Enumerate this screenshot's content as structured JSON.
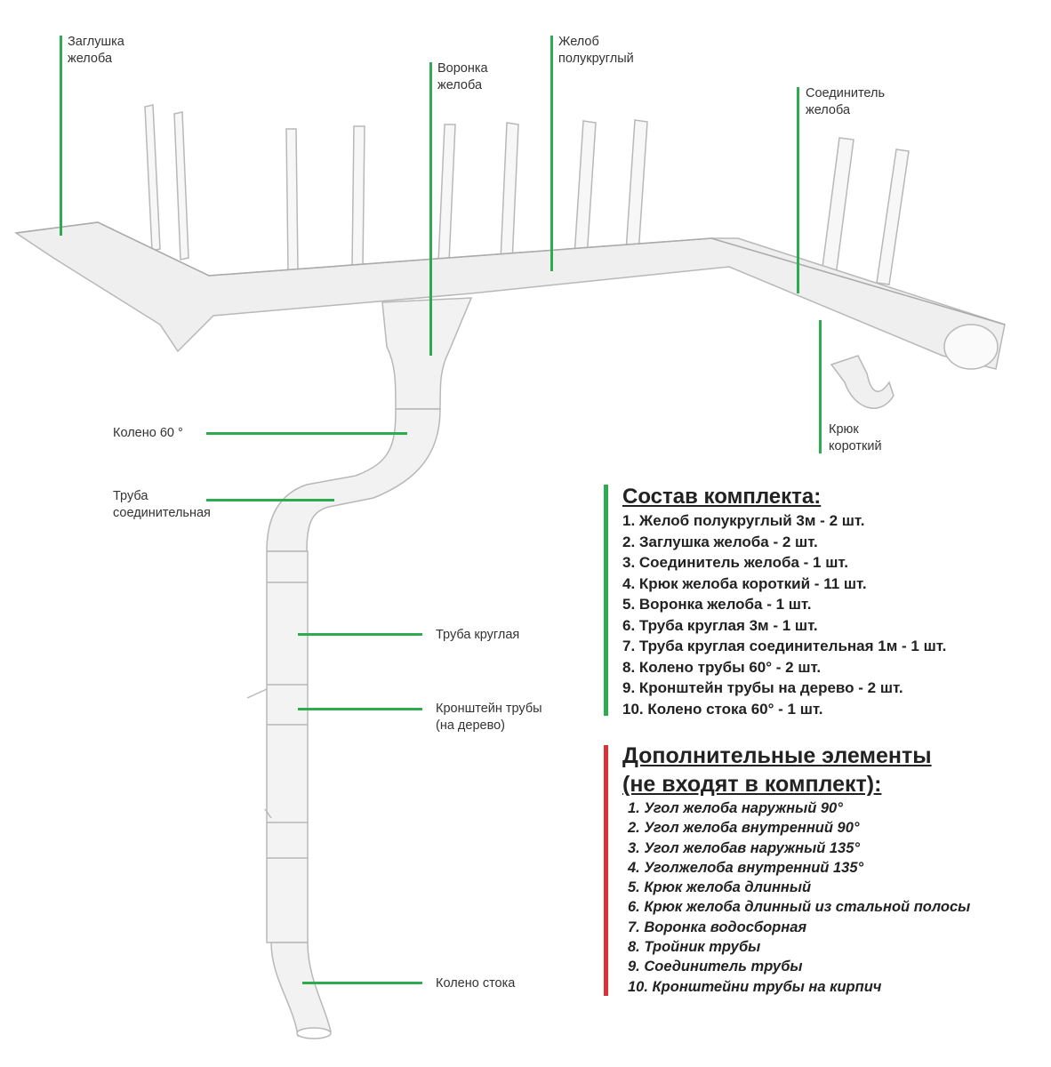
{
  "labels": {
    "end_cap": [
      "Заглушка",
      "желоба"
    ],
    "funnel": [
      "Воронка",
      "желоба"
    ],
    "gutter": [
      "Желоб",
      "полукруглый"
    ],
    "connector": [
      "Соединитель",
      "желоба"
    ],
    "hook": [
      "Крюк",
      "короткий"
    ],
    "elbow": "Колено 60 °",
    "connecting_pipe": [
      "Труба",
      "соединительная"
    ],
    "round_pipe": "Труба круглая",
    "bracket": [
      "Кронштейн трубы",
      "(на дерево)"
    ],
    "outlet_elbow": "Колено стока"
  },
  "kit": {
    "title": "Состав комплекта:",
    "items": [
      "1. Желоб полукруглый 3м - 2 шт.",
      "2. Заглушка желоба - 2 шт.",
      "3. Соединитель желоба - 1 шт.",
      "4. Крюк желоба короткий - 11 шт.",
      "5. Воронка желоба - 1 шт.",
      "6. Труба круглая 3м - 1 шт.",
      "7. Труба круглая соединительная 1м - 1 шт.",
      "8. Колено трубы 60° - 2 шт.",
      "9. Кронштейн трубы на дерево - 2 шт.",
      "10. Колено стока 60° - 1 шт."
    ]
  },
  "extra": {
    "title": [
      "Дополнительные элементы",
      "(не входят в комплект):"
    ],
    "items": [
      "1. Угол желоба наружный 90°",
      "2. Угол желоба внутренний 90°",
      "3. Угол желобав наружный 135°",
      "4. Уголжелоба внутренний 135°",
      "5. Крюк желоба длинный",
      "6. Крюк желоба длинный из стальной полосы",
      "7. Воронка водосборная",
      "8. Тройник трубы",
      "9. Соединитель трубы",
      "10. Кронштейни трубы на кирпич"
    ]
  },
  "colors": {
    "leader": "#2eaa4f",
    "kit_bar": "#2eaa4f",
    "extra_bar": "#d9323a"
  }
}
